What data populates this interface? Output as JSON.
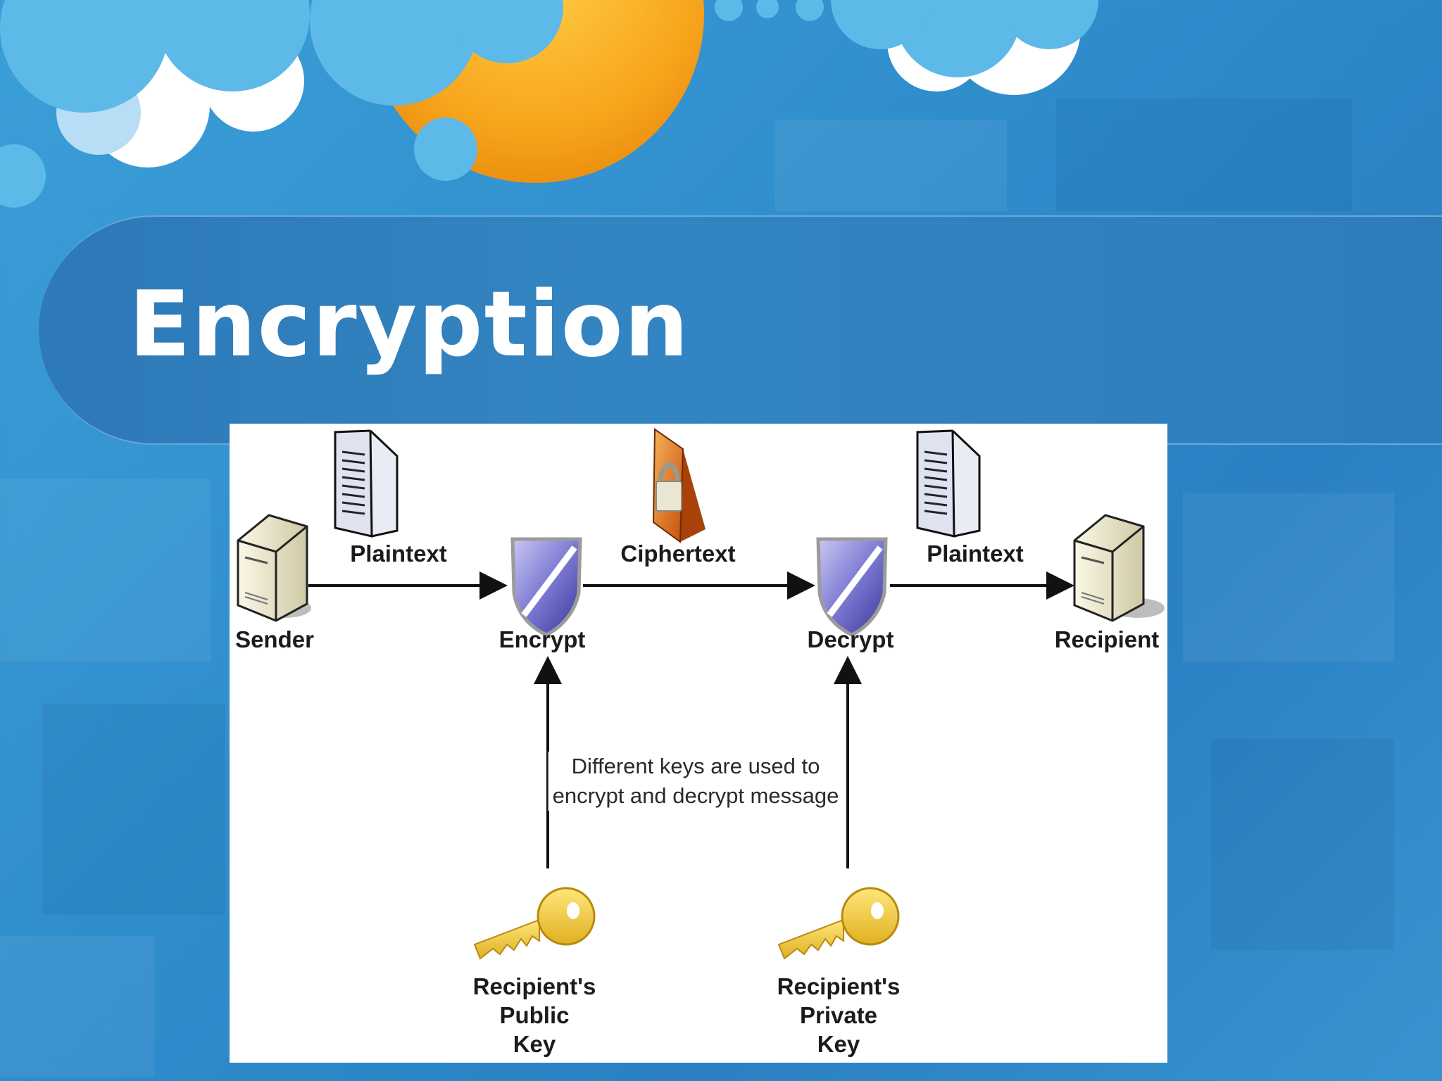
{
  "slide": {
    "title": "Encryption"
  },
  "diagram": {
    "nodes": {
      "sender": "Sender",
      "encrypt": "Encrypt",
      "decrypt": "Decrypt",
      "recipient": "Recipient"
    },
    "edges": {
      "plaintext_in": "Plaintext",
      "ciphertext": "Ciphertext",
      "plaintext_out": "Plaintext"
    },
    "note": {
      "line1": "Different keys are used to",
      "line2": "encrypt and decrypt message"
    },
    "keys": {
      "public": {
        "line1": "Recipient's",
        "line2": "Public",
        "line3": "Key"
      },
      "private": {
        "line1": "Recipient's",
        "line2": "Private",
        "line3": "Key"
      }
    },
    "icons": [
      "server-icon",
      "document-icon",
      "shield-icon",
      "locked-document-icon",
      "key-icon"
    ]
  }
}
